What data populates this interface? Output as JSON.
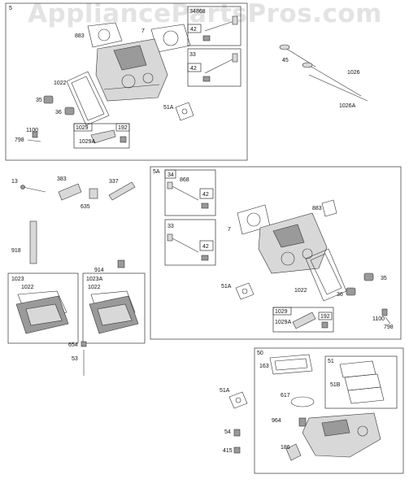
{
  "watermark": "AppliancePartsPros.com",
  "sections": {
    "s5": "5",
    "s5a": "5A",
    "s50": "50",
    "s1023": "1023",
    "s1023a": "1023A"
  },
  "subboxes": {
    "b34_top": "34",
    "b42_top1": "42",
    "b33_top": "33",
    "b42_top2": "42",
    "b1029_top": "1029",
    "b192_top": "192",
    "b34_mid": "34",
    "b42_mid1": "42",
    "b33_mid": "33",
    "b42_mid2": "42",
    "b1029_mid": "1029",
    "b192_mid": "192",
    "b51": "51"
  },
  "labels": {
    "l883_top": "883",
    "l7_top": "7",
    "l868_top": "868",
    "l1022_top": "1022",
    "l35_top": "35",
    "l36_top": "36",
    "l51a_top": "51A",
    "l1100_top": "1100",
    "l798_top": "798",
    "l1029a_top": "1029A",
    "l45": "45",
    "l1026": "1026",
    "l1026a": "1026A",
    "l13": "13",
    "l383": "383",
    "l337": "337",
    "l635": "635",
    "l918": "918",
    "l914": "914",
    "l1022_b1": "1022",
    "l1022_b2": "1022",
    "l654": "654",
    "l53": "53",
    "l868_mid": "868",
    "l883_mid": "883",
    "l7_mid": "7",
    "l51a_mid": "51A",
    "l1022_mid": "1022",
    "l35_mid": "35",
    "l36_mid": "36",
    "l1029a_mid": "1029A",
    "l1100_mid": "1100",
    "l798_mid": "798",
    "l163": "163",
    "l617": "617",
    "l51b": "51B",
    "l51a_bot": "51A",
    "l964": "964",
    "l54": "54",
    "l415": "415",
    "l186": "186"
  }
}
